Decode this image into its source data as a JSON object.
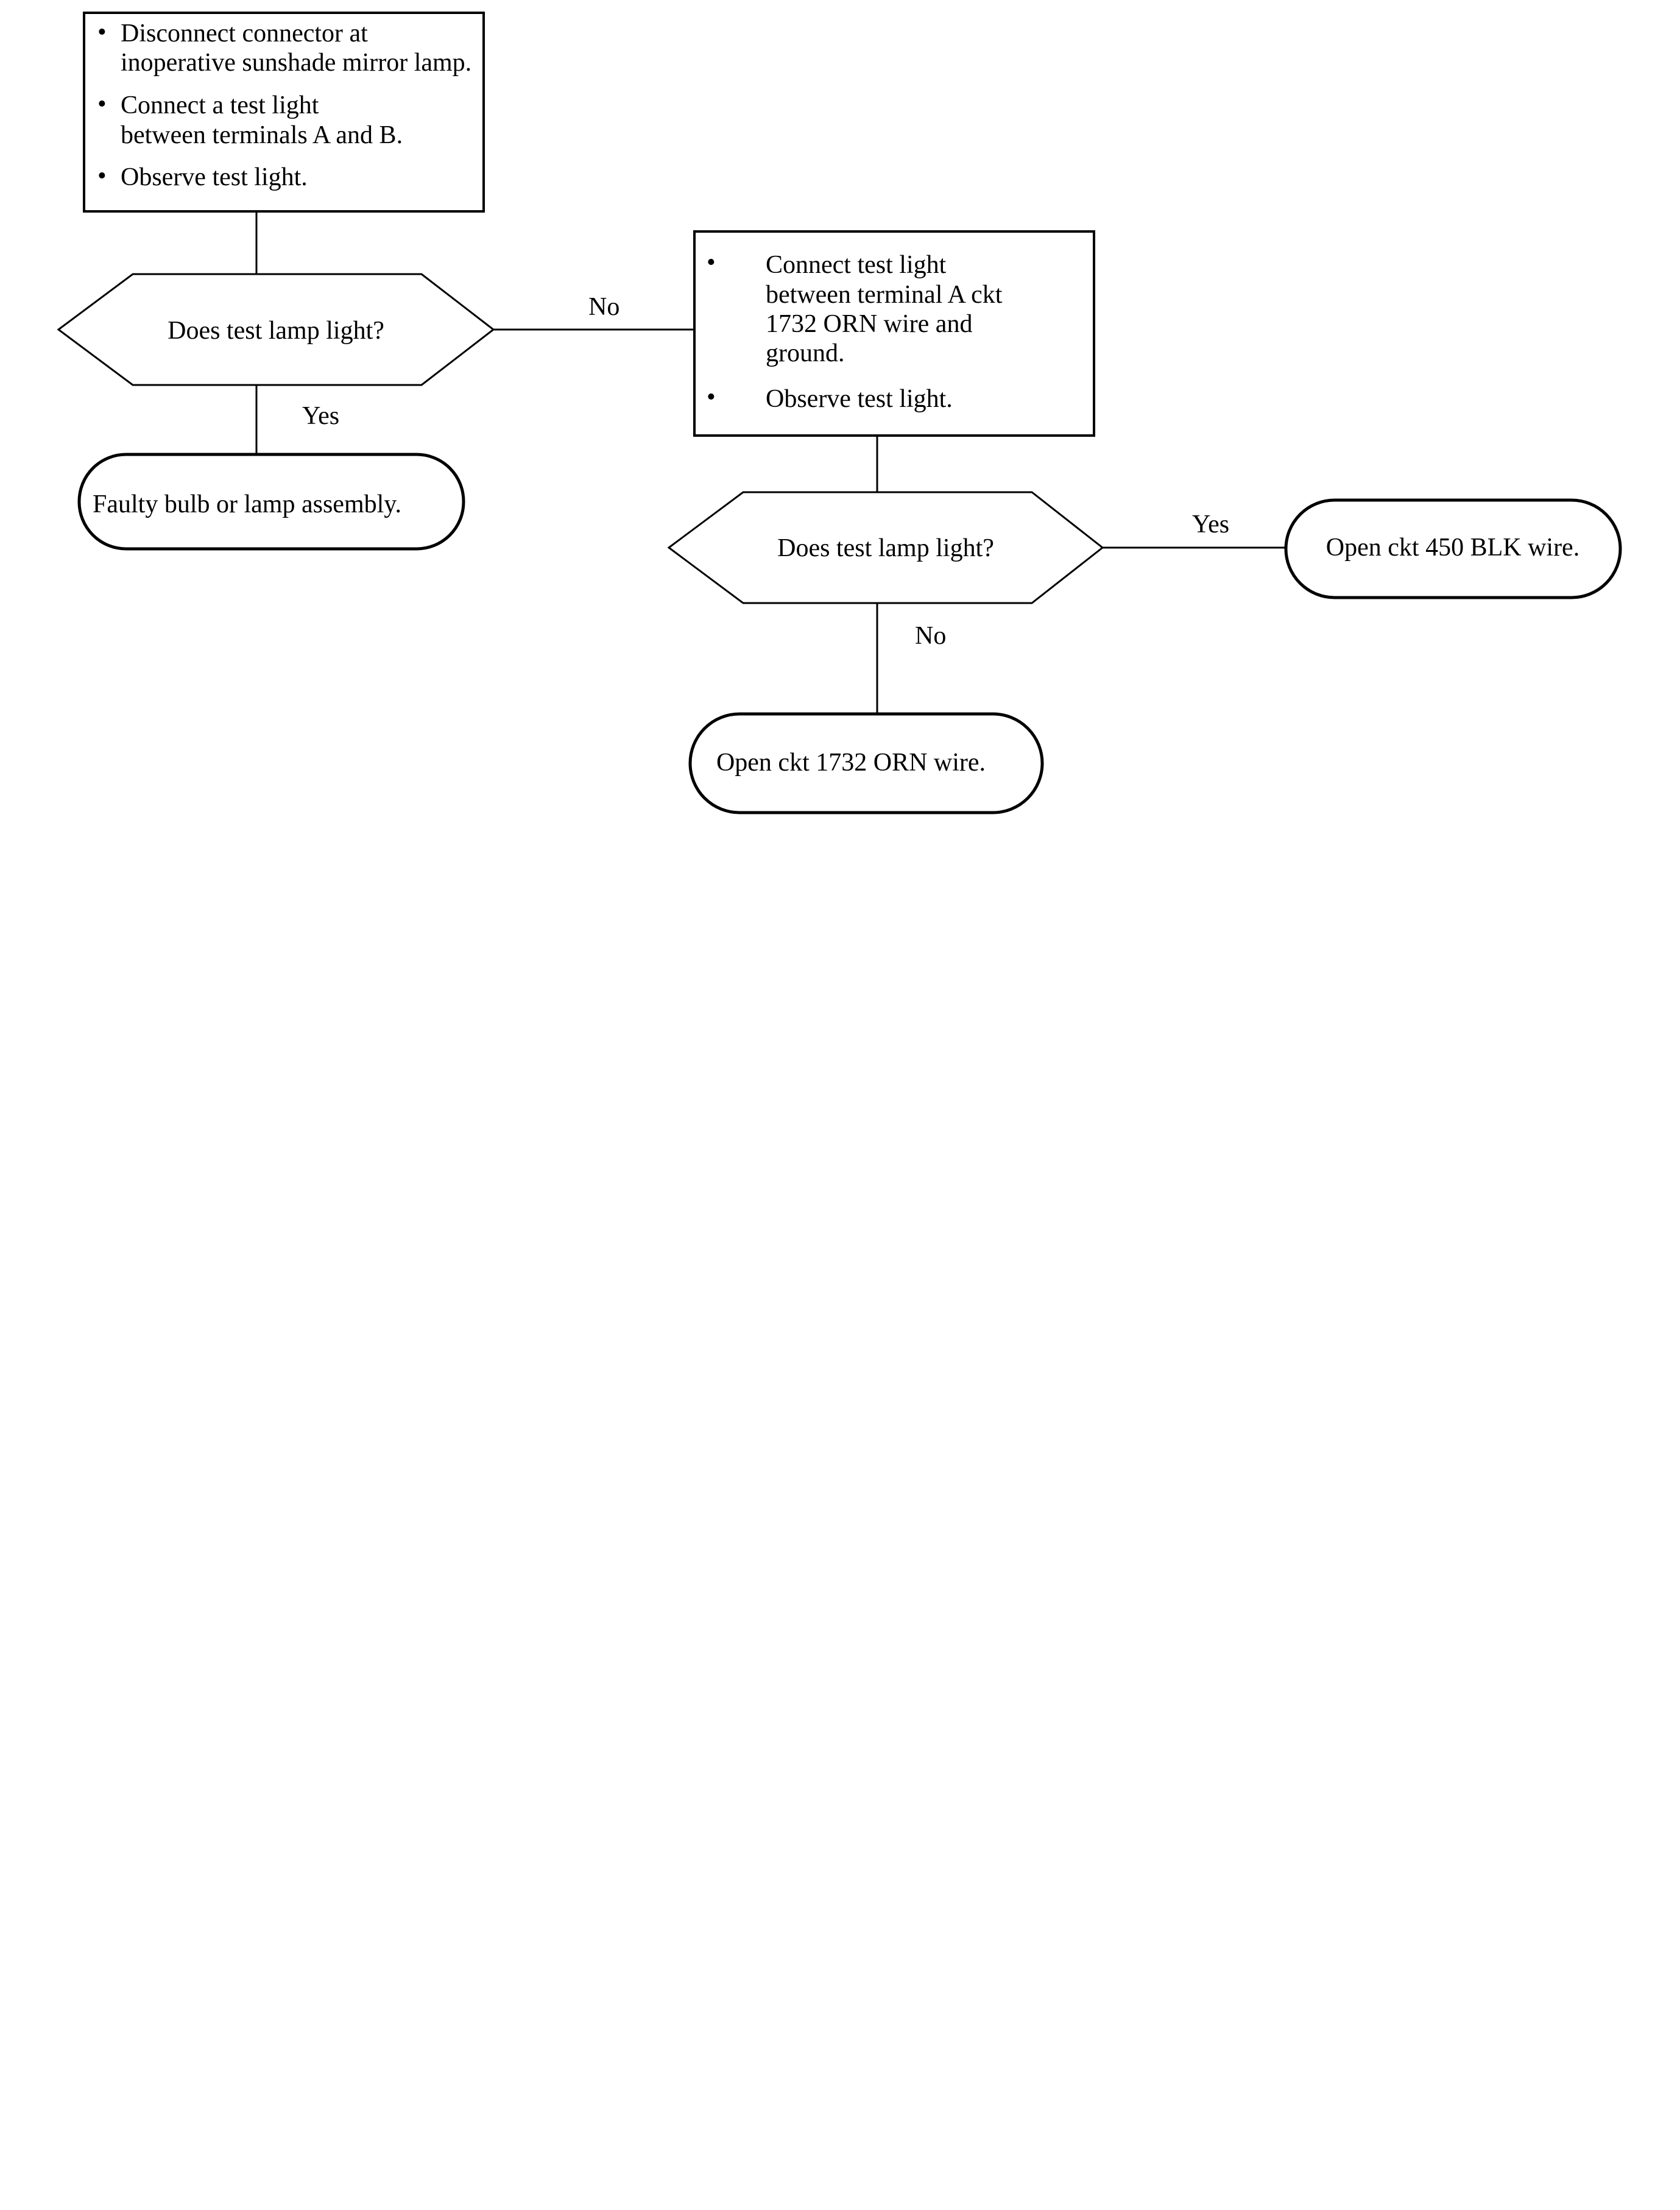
{
  "diagram": {
    "step1": {
      "bullets": [
        [
          "Disconnect connector at",
          "inoperative sunshade mirror lamp."
        ],
        [
          "Connect a test light",
          "between terminals A and B."
        ],
        [
          "Observe test light."
        ]
      ]
    },
    "decision1": {
      "text": "Does test lamp light?"
    },
    "decision1_yes": "Yes",
    "decision1_no": "No",
    "result1": {
      "text": "Faulty bulb or lamp assembly."
    },
    "step2": {
      "bullets": [
        [
          "Connect test light",
          "between terminal A ckt",
          "1732 ORN wire and",
          "ground."
        ],
        [
          "Observe test light."
        ]
      ]
    },
    "decision2": {
      "text": "Does test lamp light?"
    },
    "decision2_yes": "Yes",
    "decision2_no": "No",
    "result2": {
      "text": "Open ckt 450 BLK wire."
    },
    "result3": {
      "text": "Open ckt 1732 ORN wire."
    },
    "bullet_symbol": "•"
  }
}
